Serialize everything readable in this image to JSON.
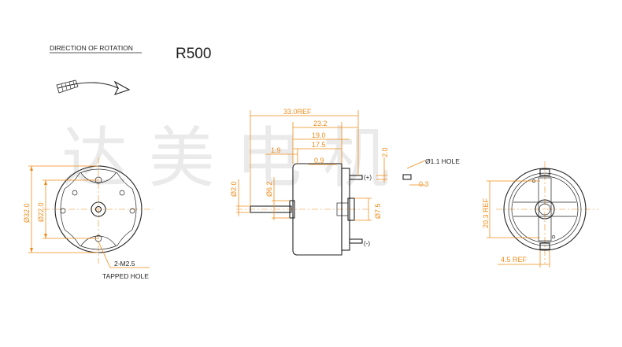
{
  "header": {
    "rotation_label": "DIRECTION OF ROTATION",
    "model": "R500"
  },
  "watermark": "达 美 电 机",
  "front_view": {
    "dim_outer_dia": "Ø32.0",
    "dim_bolt_circle": "Ø22.0",
    "hole_callout": "2-M2.5",
    "hole_callout_sub": "TAPPED HOLE"
  },
  "side_view": {
    "dim_overall": "33.0REF",
    "dim_body": "23.2",
    "dim_19": "19.0",
    "dim_17_5": "17.5",
    "dim_1_9": "1.9",
    "dim_0_9": "0.9",
    "dim_shaft": "Ø2.0",
    "dim_boss": "Ø6.2",
    "dim_bearing": "Ø7.5",
    "dim_terminal": "2.0",
    "terminal_plus": "(+)",
    "terminal_minus": "(-)",
    "dim_hole": "Ø1.1 HOLE",
    "dim_0_3": "0.3"
  },
  "rear_view": {
    "dim_20_3": "20.3 REF",
    "dim_4_5": "4.5 REF"
  },
  "colors": {
    "dimension": "#f08c1a",
    "outline": "#222222",
    "watermark": "#d9d9d9"
  }
}
